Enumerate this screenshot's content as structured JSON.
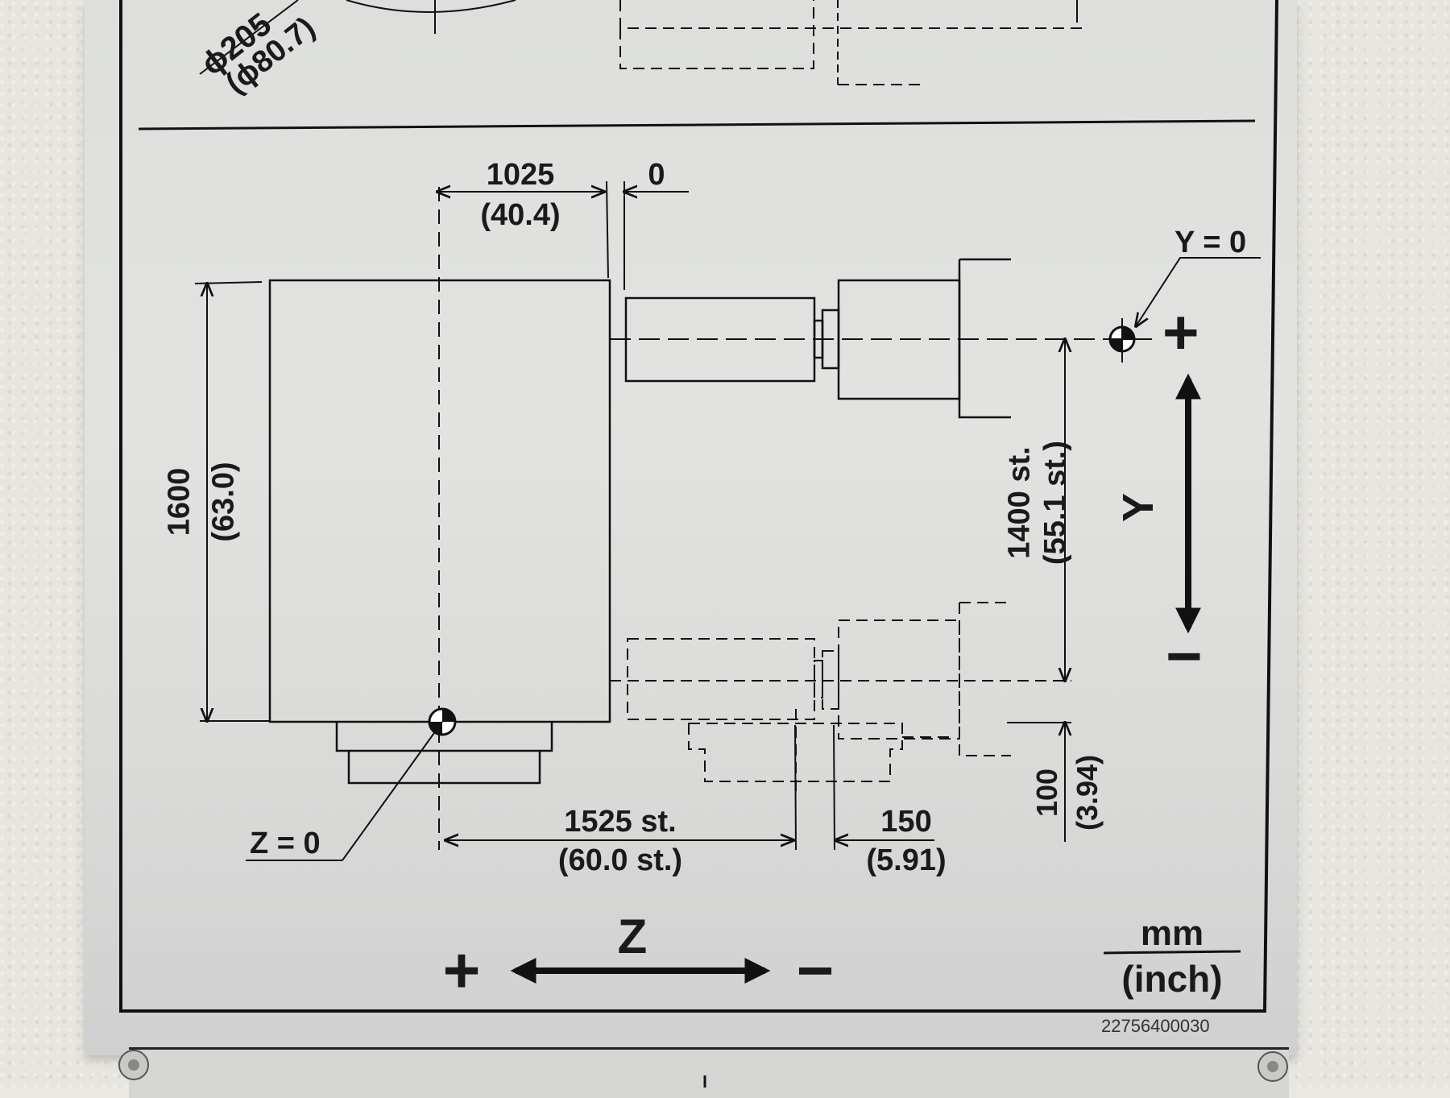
{
  "labels": {
    "top_dia_mm": "ϕ205",
    "top_dia_in": "(ϕ80.7)",
    "dim_1025_mm": "1025",
    "dim_1025_in": "(40.4)",
    "dim_zero": "0",
    "y_zero": "Y = 0",
    "dim_1600_mm": "1600",
    "dim_1600_in": "(63.0)",
    "dim_1400_mm": "1400 st.",
    "dim_1400_in": "(55.1 st.)",
    "axis_y": "Y",
    "y_plus": "+",
    "y_minus": "−",
    "dim_100_mm": "100",
    "dim_100_in": "(3.94)",
    "z_zero": "Z = 0",
    "dim_1525_mm": "1525 st.",
    "dim_1525_in": "(60.0 st.)",
    "dim_150_mm": "150",
    "dim_150_in": "(5.91)",
    "axis_z": "Z",
    "z_plus": "+",
    "z_minus": "−",
    "unit_mm": "mm",
    "unit_inch": "(inch)",
    "part_number": "22756400030"
  }
}
